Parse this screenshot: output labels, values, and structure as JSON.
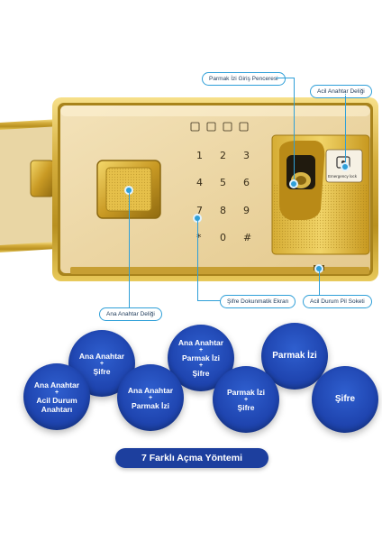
{
  "labels": {
    "fingerprint_window": "Parmak İzi Giriş Penceresi",
    "emergency_key_hole": "Acil Anahtar Deliği",
    "main_key_hole": "Ana Anahtar Deliği",
    "touch_screen": "Şifre Dokunmatik Ekran",
    "battery_socket": "Acil Durum Pil Soketi",
    "emergency_tag": "Emergency lock"
  },
  "keypad": [
    "1",
    "2",
    "3",
    "4",
    "5",
    "6",
    "7",
    "8",
    "9",
    "*",
    "0",
    "#"
  ],
  "methods": [
    {
      "lines": [
        "Ana Anahtar",
        "+",
        "Şifre"
      ]
    },
    {
      "lines": [
        "Ana Anahtar",
        "+",
        "Parmak İzi",
        "+",
        "Şifre"
      ]
    },
    {
      "lines": [
        "Parmak İzi"
      ]
    },
    {
      "lines": [
        "Ana Anahtar",
        "+",
        "Acil Durum",
        "Anahtarı"
      ]
    },
    {
      "lines": [
        "Ana Anahtar",
        "+",
        "Parmak İzi"
      ]
    },
    {
      "lines": [
        "Parmak İzi",
        "+",
        "Şifre"
      ]
    },
    {
      "lines": [
        "Şifre"
      ]
    }
  ],
  "banner": "7 Farklı Açma Yöntemi",
  "colors": {
    "gold": "#c9a535",
    "panel": "#e9d19a",
    "accent": "#2f9fd8",
    "circle": "#1f45b0"
  }
}
